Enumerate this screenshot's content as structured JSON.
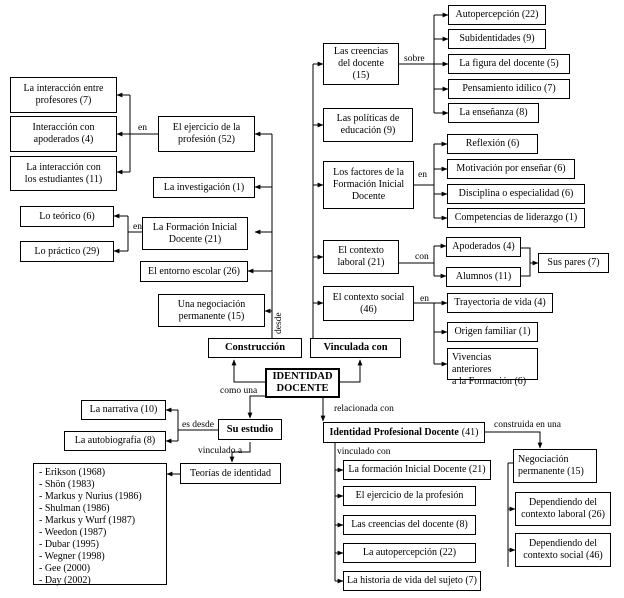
{
  "center": "IDENTIDAD\nDOCENTE",
  "construccion": {
    "title": "Construcción",
    "link_center": "como una",
    "link_items": "desde",
    "items": [
      {
        "label": "El ejercicio de la\nprofesión (52)",
        "link": "en",
        "children": [
          "La interacción entre\nprofesores (7)",
          "Interacción con\napoderados (4)",
          "La interacción con\nlos estudiantes (11)"
        ]
      },
      {
        "label": "La investigación (1)"
      },
      {
        "label": "La Formación Inicial\nDocente (21)",
        "link": "en",
        "children": [
          "Lo teórico (6)",
          "Lo práctico (29)"
        ]
      },
      {
        "label": "El entorno escolar (26)"
      },
      {
        "label": "Una negociación\npermanente (15)"
      }
    ]
  },
  "vinculada": {
    "title": "Vinculada con",
    "items": [
      {
        "label": "Las creencias\ndel docente\n(15)",
        "link": "sobre",
        "children": [
          "Autopercepción (22)",
          "Subidentidades (9)",
          "La figura del docente (5)",
          "Pensamiento idílico (7)",
          "La enseñanza (8)"
        ]
      },
      {
        "label": "Las políticas de\neducación (9)"
      },
      {
        "label": "Los factores de la\nFormación Inicial\nDocente",
        "link": "en",
        "children": [
          "Reflexión (6)",
          "Motivación por enseñar (6)",
          "Disciplina o especialidad (6)",
          "Competencias de liderazgo (1)"
        ]
      },
      {
        "label": "El contexto\nlaboral (21)",
        "link": "con",
        "children": [
          "Apoderados (4)",
          "Alumnos (11)"
        ],
        "extra": "Sus pares (7)"
      },
      {
        "label": "El contexto social\n(46)",
        "link": "en",
        "children": [
          "Trayectoria de vida (4)",
          "Origen familiar (1)",
          "Vivencias anteriores\na la Formación (6)"
        ]
      }
    ]
  },
  "estudio": {
    "title": "Su estudio",
    "link_desde": "es desde",
    "link_vinculado": "vinculado a",
    "methods": [
      "La narrativa (10)",
      "La autobiografía (8)"
    ],
    "teorias": "Teorías de identidad",
    "authors": [
      "- Erikson (1968)",
      "- Shön (1983)",
      "- Markus y Nurius (1986)",
      "- Shulman (1986)",
      "- Markus y Wurf (1987)",
      "- Weedon (1987)",
      "- Dubar (1995)",
      "- Wegner (1998)",
      "- Gee (2000)",
      "- Day (2002)"
    ]
  },
  "profesional": {
    "link_relacionada": "relacionada con",
    "title": "Identidad Profesional Docente",
    "count": "(41)",
    "link_vinculado": "vinculado con",
    "items": [
      "La formación Inicial Docente (21)",
      "El ejercicio de la profesión",
      "Las creencias del docente (8)",
      "La autopercepción (22)",
      "La historia de vida del sujeto (7)"
    ],
    "link_construida": "construida en una",
    "negociacion": "Negociación\npermanente (15)",
    "dependiendo": [
      "Dependiendo del\ncontexto laboral (26)",
      "Dependiendo del\ncontexto social (46)"
    ]
  }
}
